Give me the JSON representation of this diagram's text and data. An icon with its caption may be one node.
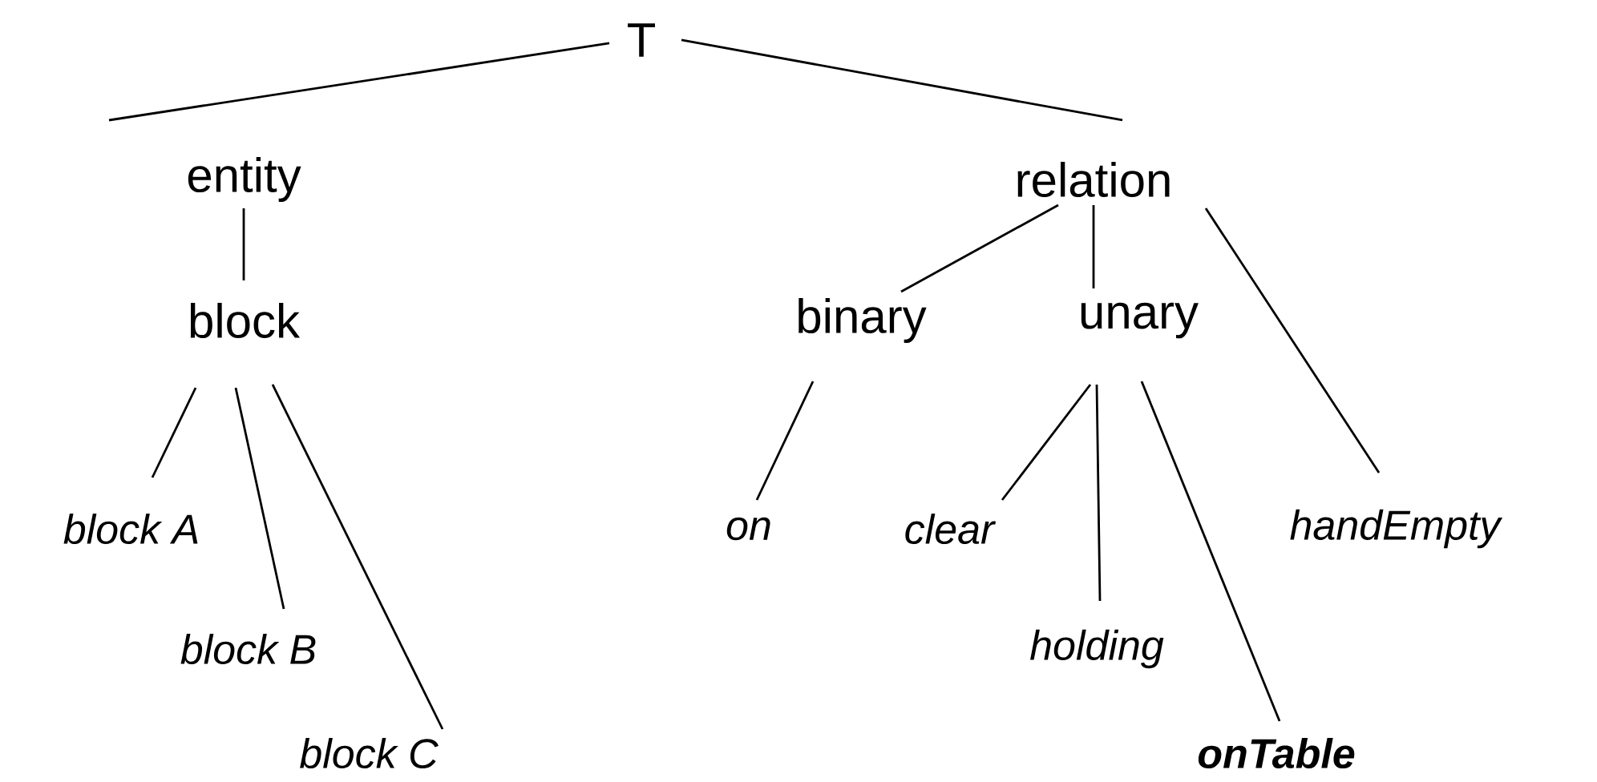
{
  "diagram": {
    "nodes": [
      {
        "text": [
          "T"
        ]
      },
      {
        "text": [
          "entity"
        ]
      },
      {
        "text": [
          "relation"
        ]
      },
      {
        "text": [
          "block"
        ]
      },
      {
        "text": [
          "binary"
        ]
      },
      {
        "text": [
          "unary"
        ]
      },
      {
        "text": [
          "block A"
        ]
      },
      {
        "text": [
          "block B"
        ]
      },
      {
        "text": [
          "block C"
        ]
      },
      {
        "text": [
          "on"
        ]
      },
      {
        "text": [
          "clear"
        ]
      },
      {
        "text": [
          "holding"
        ]
      },
      {
        "text": [
          "onTable"
        ]
      },
      {
        "text": [
          "handEmpty"
        ]
      }
    ],
    "edges": [
      {
        "from": 0,
        "to": 1,
        "arrow": "none"
      },
      {
        "from": 0,
        "to": 2,
        "arrow": "none"
      },
      {
        "from": 1,
        "to": 3,
        "arrow": "none"
      },
      {
        "from": 2,
        "to": 4,
        "arrow": "none"
      },
      {
        "from": 2,
        "to": 5,
        "arrow": "none"
      },
      {
        "from": 2,
        "to": 13,
        "arrow": "none"
      },
      {
        "from": 3,
        "to": 6,
        "arrow": "none"
      },
      {
        "from": 3,
        "to": 7,
        "arrow": "none"
      },
      {
        "from": 3,
        "to": 8,
        "arrow": "none"
      },
      {
        "from": 4,
        "to": 9,
        "arrow": "none"
      },
      {
        "from": 5,
        "to": 10,
        "arrow": "none"
      },
      {
        "from": 5,
        "to": 11,
        "arrow": "none"
      },
      {
        "from": 5,
        "to": 12,
        "arrow": "none"
      }
    ]
  }
}
